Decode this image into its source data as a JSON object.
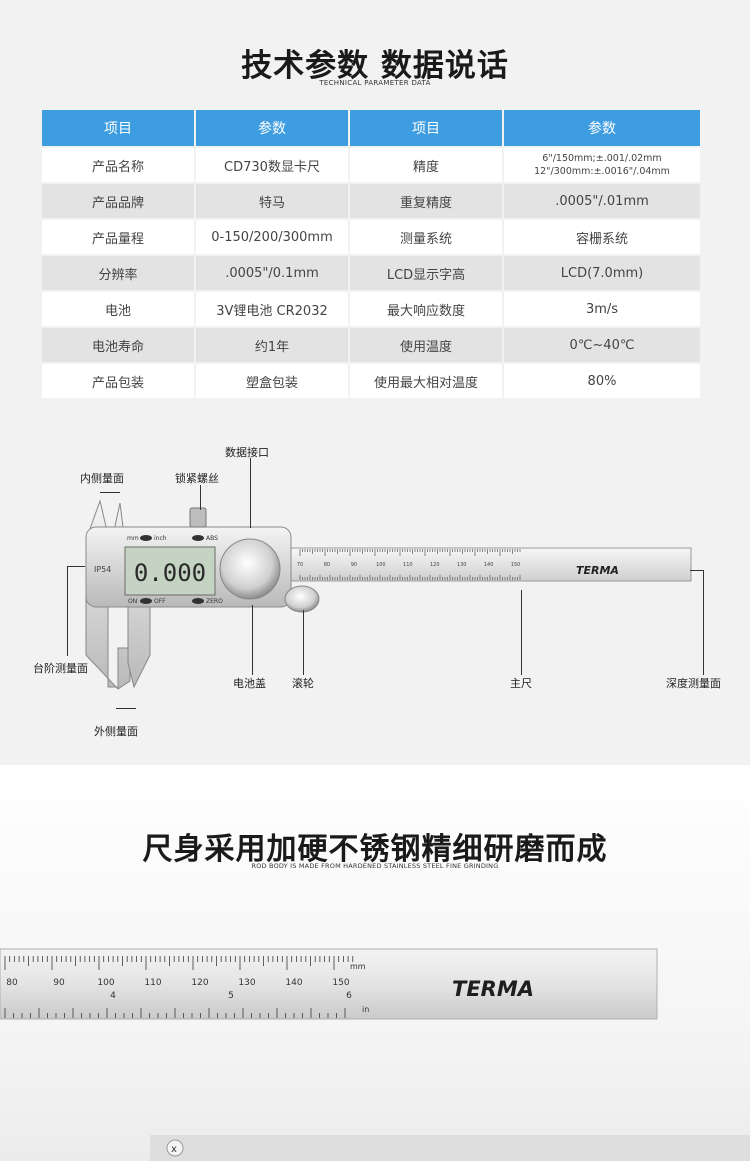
{
  "header": {
    "title": "技术参数 数据说话",
    "subtitle": "TECHNICAL PARAMETER DATA"
  },
  "table": {
    "headers": [
      "项目",
      "参数",
      "项目",
      "参数"
    ],
    "rows": [
      [
        "产品名称",
        "CD730数显卡尺",
        "精度",
        "6\"/150mm;±.001/.02mm",
        "12\"/300mm:±.0016\"/.04mm"
      ],
      [
        "产品品牌",
        "特马",
        "重复精度",
        ".0005\"/.01mm"
      ],
      [
        "产品量程",
        "0-150/200/300mm",
        "测量系统",
        "容栅系统"
      ],
      [
        "分辨率",
        ".0005\"/0.1mm",
        "LCD显示字高",
        "LCD(7.0mm)"
      ],
      [
        "电池",
        "3V锂电池 CR2032",
        "最大响应数度",
        "3m/s"
      ],
      [
        "电池寿命",
        "约1年",
        "使用温度",
        "0℃~40℃"
      ],
      [
        "产品包装",
        "塑盒包装",
        "使用最大相对温度",
        "80%"
      ]
    ]
  },
  "diagram": {
    "labels": {
      "data_port": "数据接口",
      "inner": "内侧量面",
      "lock_screw": "锁紧螺丝",
      "step": "台阶测量面",
      "outer": "外侧量面",
      "battery_cover": "电池盖",
      "roller": "滚轮",
      "main_scale": "主尺",
      "depth": "深度测量面"
    },
    "device": {
      "unit_mm": "mm",
      "unit_inch": "inch",
      "abs": "ABS",
      "on": "ON",
      "off": "OFF",
      "zero": "ZERO",
      "ip": "IP54",
      "display": "0.000",
      "brand": "TERMA",
      "ticks": [
        "70",
        "80",
        "90",
        "100",
        "110",
        "120",
        "130",
        "140",
        "150"
      ]
    }
  },
  "section2": {
    "title": "尺身采用加硬不锈钢精细研磨而成",
    "subtitle": "ROD BODY IS MADE FROM HARDENED STAINLESS STEEL FINE GRINDING",
    "ruler": {
      "mm_ticks": [
        "80",
        "90",
        "100",
        "110",
        "120",
        "130",
        "140",
        "150"
      ],
      "in_ticks": [
        "4",
        "5",
        "6"
      ],
      "unit_mm": "mm",
      "unit_in": "in",
      "brand": "TERMA",
      "corner": "x"
    }
  }
}
